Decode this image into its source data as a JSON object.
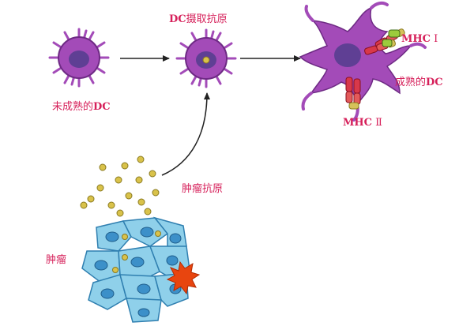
{
  "labels": {
    "immature_dc": {
      "text": "未成熟的",
      "bold": "DC"
    },
    "dc_uptake": {
      "bold": "DC",
      "text": "摄取抗原"
    },
    "mature_dc": {
      "text": "成熟的",
      "bold": "DC"
    },
    "mhc1": {
      "bold": "MHC",
      "roman": "Ⅰ"
    },
    "mhc2": {
      "bold": "MHC",
      "roman": "Ⅱ"
    },
    "tumor_antigen": "肿瘤抗原",
    "tumor": "肿瘤"
  },
  "colors": {
    "label": "#d6205a",
    "dc_body": "#a34bb8",
    "dc_dark": "#6e2a84",
    "nucleus": "#5f3f94",
    "antigen": "#d9c24a",
    "tumor_cell": "#8fd0ea",
    "tumor_nucleus": "#3c90c9",
    "burst": "#e8450f",
    "arrow": "#222222"
  }
}
